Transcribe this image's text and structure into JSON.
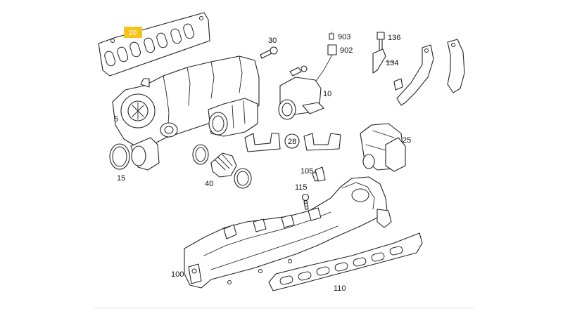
{
  "diagram": {
    "highlight_color": "#f7c21a",
    "labels": {
      "p20": "20",
      "p30": "30",
      "p903": "903",
      "p902": "902",
      "p136": "136",
      "p134": "134",
      "p10": "10",
      "p5": "5",
      "p15": "15",
      "p40": "40",
      "p28": "28",
      "p25": "25",
      "p105": "105",
      "p115": "115",
      "p100": "100",
      "p110": "110"
    }
  }
}
